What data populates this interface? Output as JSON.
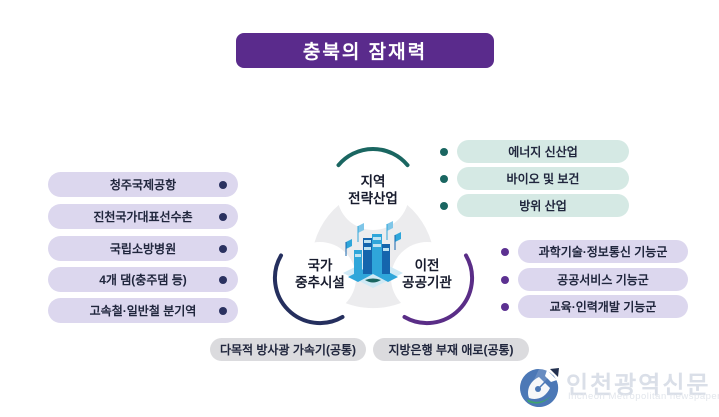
{
  "banner": {
    "title": "충북의 잠재력"
  },
  "venn": {
    "top_circle": {
      "line1": "지역",
      "line2": "전략산업"
    },
    "bottom_left_circle": {
      "line1": "국가",
      "line2": "중추시설"
    },
    "bottom_right_circle": {
      "line1": "이전",
      "line2": "공공기관"
    },
    "center_illustration": "isometric-smart-city"
  },
  "left_list": {
    "items": [
      "청주국제공항",
      "진천국가대표선수촌",
      "국립소방병원",
      "4개 댐(충주댐 등)",
      "고속철·일반철 분기역"
    ]
  },
  "right_top_list": {
    "items": [
      "에너지 신산업",
      "바이오 및 보건",
      "방위 산업"
    ]
  },
  "right_bottom_list": {
    "items": [
      "과학기술·정보통신 기능군",
      "공공서비스 기능군",
      "교육·인력개발 기능군"
    ]
  },
  "bottom_list": {
    "items": [
      "다목적 방사광 가속기(공통)",
      "지방은행 부재 애로(공통)"
    ]
  },
  "watermark": {
    "korean": "인천광역신문",
    "english": "Incheon Metropolitan newspaper",
    "logo": "pen-nib-globe-logo"
  },
  "colors": {
    "banner_purple": "#5a2b8c",
    "lavender_pill": "#dcd7ee",
    "teal_pill": "#d5e9e4",
    "gray_pill": "#dbdbde",
    "navy_bullet": "#2a3160",
    "teal_bullet": "#1a6661",
    "purple_bullet": "#5c3191",
    "arc_teal": "#1a6661",
    "arc_navy": "#252f5e",
    "arc_purple": "#5a2d87",
    "triangle_gray": "#ececee"
  }
}
